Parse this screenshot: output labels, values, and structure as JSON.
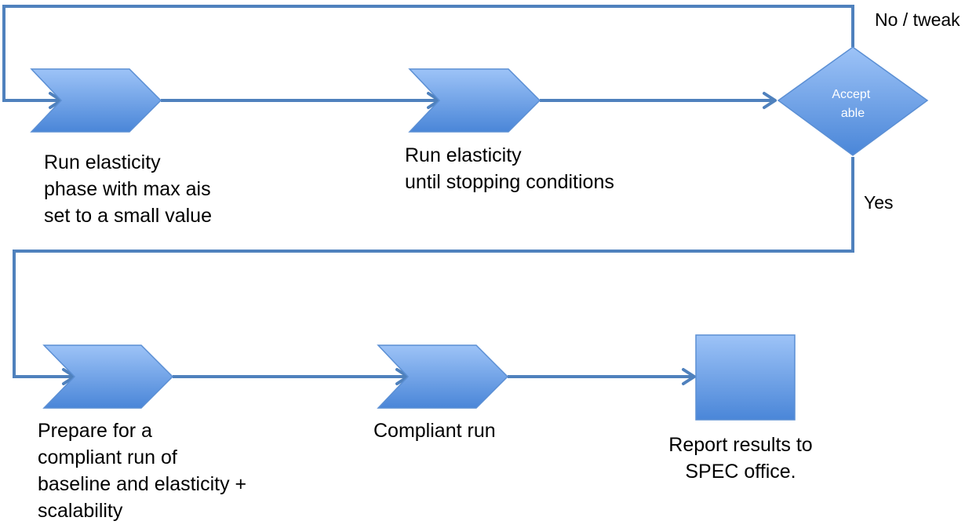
{
  "colors": {
    "shape_fill_top": "#9dc3f7",
    "shape_fill_bottom": "#4a86d8",
    "shape_stroke": "#5b8fd4",
    "connector": "#4f81bd",
    "text": "#000000"
  },
  "steps": [
    {
      "shape": "chevron",
      "lines": [
        "Run elasticity",
        "phase with max ais",
        "set to a small value"
      ]
    },
    {
      "shape": "chevron",
      "lines": [
        "Run elasticity",
        "until stopping conditions"
      ]
    },
    {
      "shape": "chevron",
      "lines": [
        "Prepare for a",
        "compliant run of",
        "baseline and elasticity +",
        "scalability"
      ]
    },
    {
      "shape": "chevron",
      "lines": [
        "Compliant run"
      ]
    },
    {
      "shape": "square",
      "lines": [
        "Report results to",
        "SPEC office."
      ]
    }
  ],
  "decision": {
    "shape": "diamond",
    "lines": [
      "Accept",
      "able"
    ]
  },
  "edges": {
    "no_label": "No / tweak",
    "yes_label": "Yes"
  }
}
